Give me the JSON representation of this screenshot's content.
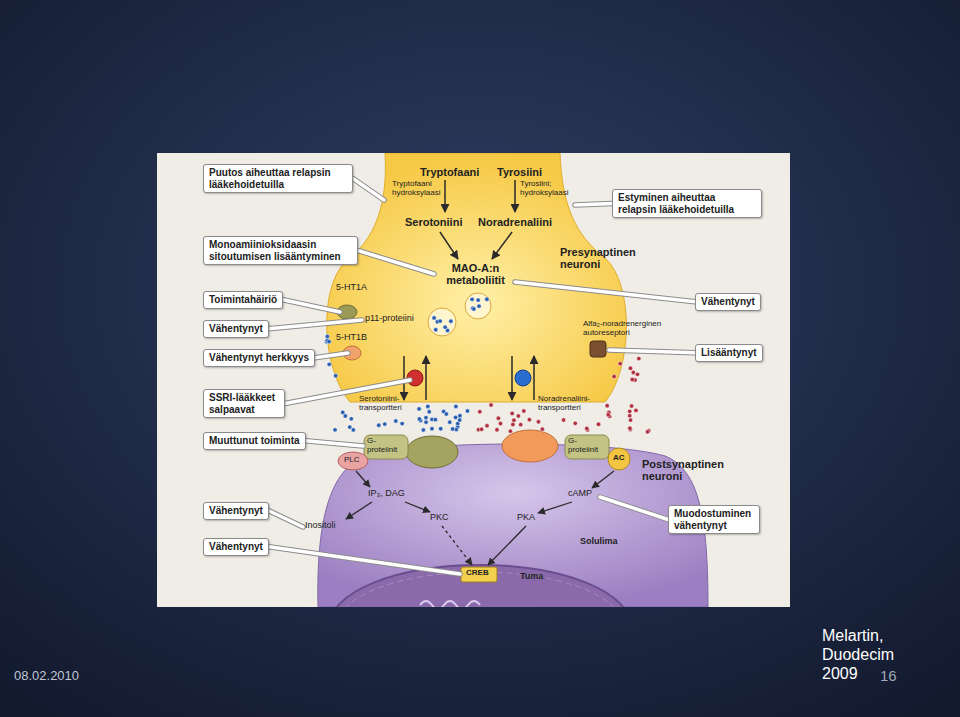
{
  "diagram": {
    "nodes": [
      {
        "text": [
          "Puutos aiheuttaa relapsin lääkehoidetuilla"
        ]
      },
      {
        "text": [
          "Monoamiinioksidaasin sitoutumisen lisääntyminen"
        ]
      },
      {
        "text": [
          "Toimintahäiriö"
        ]
      },
      {
        "text": [
          "Vähentynyt"
        ]
      },
      {
        "text": [
          "Vähentynyt herkkyys"
        ]
      },
      {
        "text": [
          "SSRI-lääkkeet salpaavat"
        ]
      },
      {
        "text": [
          "Muuttunut toiminta"
        ]
      },
      {
        "text": [
          "Vähentynyt"
        ]
      },
      {
        "text": [
          "Vähentynyt"
        ]
      },
      {
        "text": [
          "Estyminen aiheuttaa relapsin lääkehoidetuilla"
        ]
      },
      {
        "text": [
          "Vähentynyt"
        ]
      },
      {
        "text": [
          "Lisääntynyt"
        ]
      },
      {
        "text": [
          "Muodostuminen vähentynyt"
        ]
      }
    ],
    "labels": [
      "Tryptofaani",
      "Tyrosiini",
      "Tryptofaani hydroksylaasi",
      "Tyrosiini; hydroksylaasi",
      "Serotoniini",
      "Noradrenaliini",
      "MAO-A:n metaboliitit",
      "Presynaptinen neuroni",
      "5-HT1A",
      "p11-proteiini",
      "5-HT1B",
      "Alfa₂-noradrenerginen autoreseptori",
      "Serotoniini- transportteri",
      "Noradrenaliini- transportteri",
      "G- proteiinit",
      "G- proteiinit",
      "PLC",
      "AC",
      "Postsynaptinen neuroni",
      "IP₃, DAG",
      "cAMP",
      "PKC",
      "PKA",
      "Inositoli",
      "Solulima",
      "Tuma",
      "CREB",
      "08.02.2010",
      "Melartin, Duodecim 2009",
      "16"
    ]
  }
}
